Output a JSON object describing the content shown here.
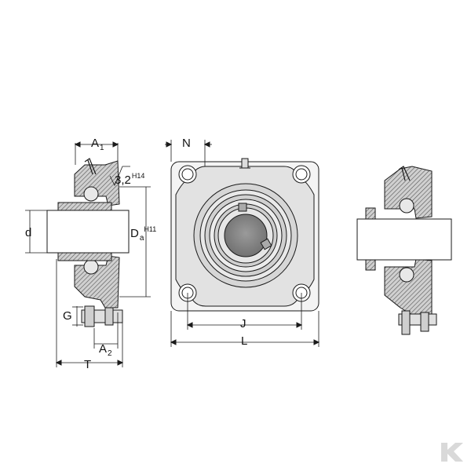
{
  "labels": {
    "d": "d",
    "da_main": "D",
    "da_sub": "a",
    "da_sup": "H11",
    "a1_main": "A",
    "a1_sub": "1",
    "a2_main": "A",
    "a2_sub": "2",
    "g": "G",
    "t": "T",
    "roughness_value": "3,2",
    "roughness_sup": "H14",
    "n": "N",
    "j": "J",
    "l": "L"
  },
  "logo": {
    "letter": "K",
    "color": "#d9d9d9"
  },
  "colors": {
    "line": "#1a1a1a",
    "hatch": "#777777",
    "shade": "#bdbdbd",
    "shaft": "#8a8a8a"
  }
}
